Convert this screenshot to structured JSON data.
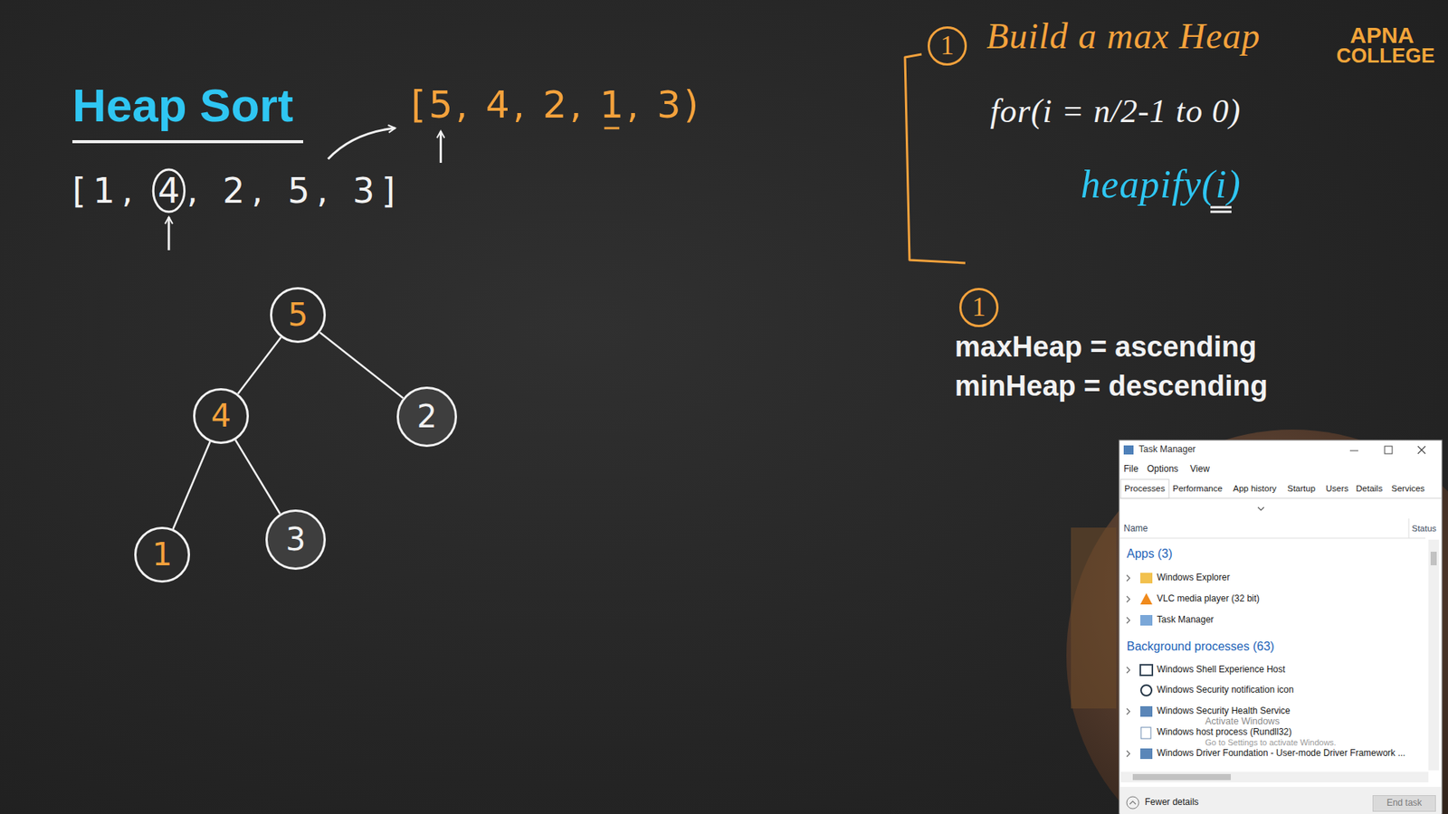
{
  "diagram": {
    "title": "Heap Sort",
    "nodes": [
      {
        "text": [
          "5"
        ]
      },
      {
        "text": [
          "4"
        ]
      },
      {
        "text": [
          "2"
        ]
      },
      {
        "text": [
          "1"
        ]
      },
      {
        "text": [
          "3"
        ]
      },
      {
        "text": [
          "1"
        ]
      },
      {
        "text": [
          "1"
        ]
      },
      {
        "text": [
          "End task"
        ]
      }
    ],
    "edges": [
      {
        "from": 0,
        "to": 1,
        "arrow": "none"
      },
      {
        "from": 0,
        "to": 2,
        "arrow": "none"
      },
      {
        "from": 1,
        "to": 3,
        "arrow": "none"
      },
      {
        "from": 1,
        "to": 4,
        "arrow": "none"
      }
    ],
    "labels": [
      "[1, 4, 2, 5, 3]",
      "[5, 4, 2, 1, 3)",
      "Build a max Heap",
      "for(i = n/2-1 to 0)",
      "heapify(i)",
      "maxHeap = ascending",
      "minHeap = descending",
      "APNA",
      "COLLEGE",
      "Task Manager",
      "File",
      "Options",
      "View",
      "Processes",
      "Performance",
      "App history",
      "Startup",
      "Users",
      "Details",
      "Services",
      "Name",
      "Status",
      "Apps (3)",
      "Windows Explorer",
      "VLC media player (32 bit)",
      "Task Manager",
      "Background processes (63)",
      "Windows Shell Experience Host",
      "Windows Security notification icon",
      "Windows Security Health Service",
      "Windows host process (Rundll32)",
      "Windows Driver Foundation - User-mode Driver Framework ...",
      "Activate Windows",
      "Go to Settings to activate Windows.",
      "Fewer details"
    ]
  }
}
